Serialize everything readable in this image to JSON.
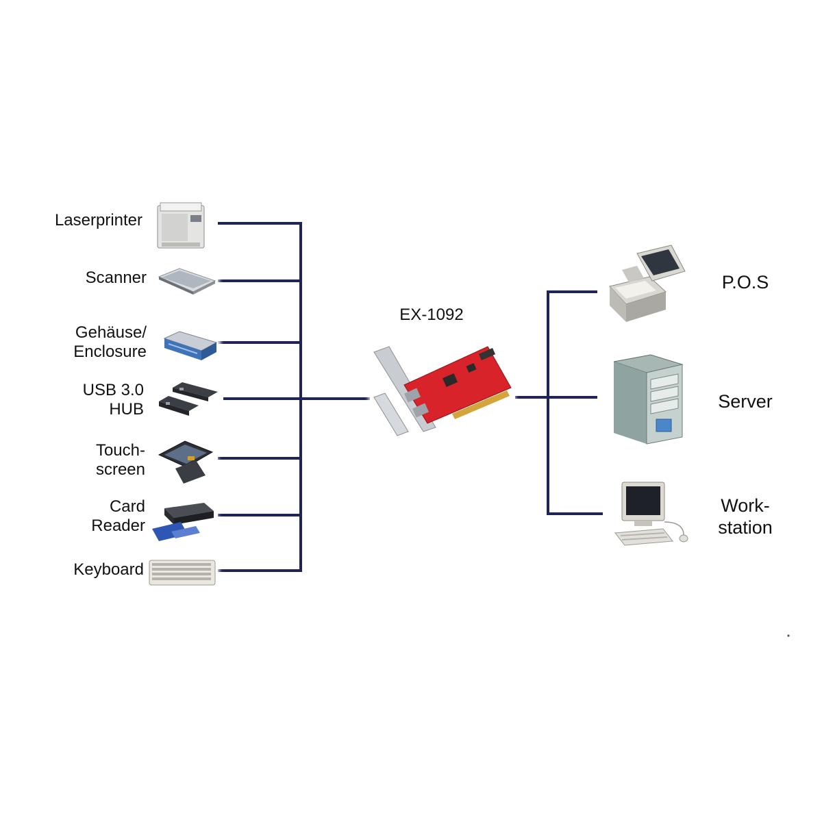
{
  "card": {
    "label": "EX-1092"
  },
  "left_devices": [
    {
      "label": "Laserprinter",
      "icon": "laser-printer-icon"
    },
    {
      "label": "Scanner",
      "icon": "scanner-icon"
    },
    {
      "label": "Gehäuse/\nEnclosure",
      "icon": "enclosure-icon"
    },
    {
      "label": "USB 3.0\nHUB",
      "icon": "usb-hub-icon"
    },
    {
      "label": "Touch-\nscreen",
      "icon": "touchscreen-icon"
    },
    {
      "label": "Card\nReader",
      "icon": "card-reader-icon"
    },
    {
      "label": "Keyboard",
      "icon": "keyboard-icon"
    }
  ],
  "right_devices": [
    {
      "label": "P.O.S",
      "icon": "pos-terminal-icon"
    },
    {
      "label": "Server",
      "icon": "server-tower-icon"
    },
    {
      "label": "Work-\nstation",
      "icon": "workstation-icon"
    }
  ],
  "colors": {
    "line": "#1f2356",
    "card_pcb": "#d8232a",
    "card_bracket": "#c9cdd2"
  }
}
